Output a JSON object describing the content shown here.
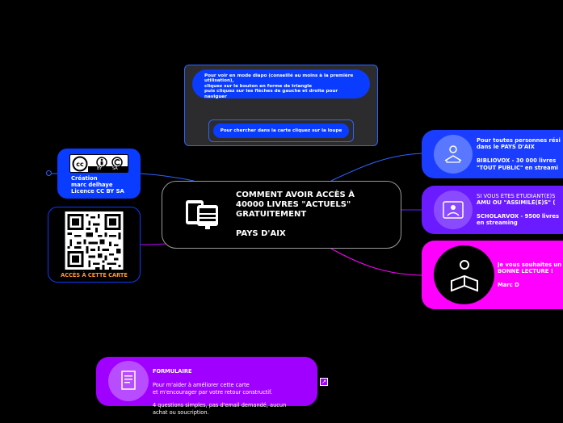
{
  "central": {
    "title": "COMMENT AVOIR  ACCÈS À\n40000 LIVRES \"ACTUELS\"\nGRATUITEMENT\n\nPAYS D'AIX",
    "icon": "book-reader-devices-icon"
  },
  "tips": {
    "slideshow": "Pour voir en mode diapo (conseillé au moins à la première utilisation),\ncliquez sur le bouton en forme de triangle\npuis cliquez sur les flèches de gauche et droite pour naviguer",
    "search": "Pour chercher dans la carte cliquez sur la loupe"
  },
  "license": {
    "badge_labels": [
      "BY",
      "SA"
    ],
    "text": "Création\nmarc delhaye\nLicence CC BY SA"
  },
  "qr": {
    "caption": "ACCÈS À CETTE CARTE"
  },
  "branches": [
    {
      "text": "Pour toutes personnes rési\ndans le PAYS D'AIX\n\nBIBLIOVOX - 30 000 livres\n\"TOUT PUBLIC\" en streami",
      "color": "#1a3dff",
      "icon": "reading-person-icon"
    },
    {
      "text_top": "SI VOUS ÊTES ÉTUDIANT(E)S",
      "text": "AMU OU \"ASSIMILÉ(E)S\" (\n\nSCHOLARVOX - 9500 livres\nen streaming",
      "color": "#6a1bff",
      "icon": "student-tablet-icon"
    },
    {
      "text": "Je vous souhaites un\nBONNE LECTURE !\n\nMarc D",
      "color": "#ff00ff",
      "icon": "person-reading-book-icon"
    }
  ],
  "form": {
    "title": "FORMULAIRE",
    "text": "Pour m'aider à améliorer cette carte\net m'encourager par votre retour constructif.\n\n4 questions simples, pas d'email demandé, aucun\nachat ou soucription.",
    "icon": "form-document-icon"
  },
  "colors": {
    "blue": "#0a3cff",
    "purple": "#a000ff",
    "magenta": "#ff00ff",
    "orange": "#ff9a2e"
  }
}
